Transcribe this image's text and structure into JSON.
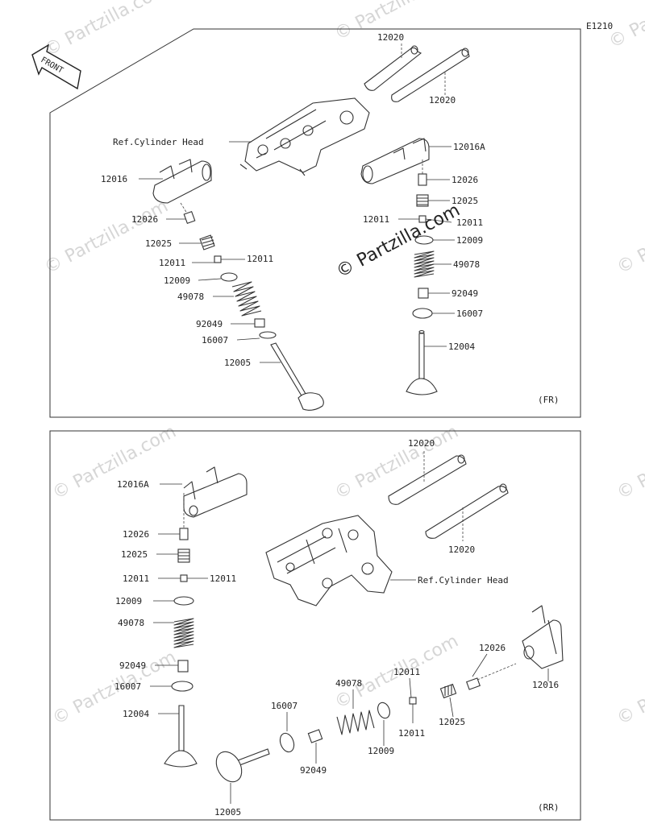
{
  "diagram_code": "E1210",
  "watermark": "© Partzilla.com",
  "watermark_center": "© Partzilla.com",
  "front_label": "FRONT",
  "panel_top": {
    "section_tag": "(FR)",
    "labels": {
      "rocker_shaft_a": "12020",
      "rocker_shaft_b": "12020",
      "ref_cylinder_head": "Ref.Cylinder Head",
      "rocker_left": "12016",
      "rocker_right": "12016A",
      "tappet_left": "12026",
      "tappet_right": "12026",
      "retainer_left": "12025",
      "retainer_right": "12025",
      "cotter_left_a": "12011",
      "cotter_left_b": "12011",
      "cotter_right_a": "12011",
      "cotter_right_b": "12011",
      "seat_left": "12009",
      "seat_right": "12009",
      "spring_left": "49078",
      "spring_right": "49078",
      "seal_left": "92049",
      "seal_right": "92049",
      "washer_left": "16007",
      "washer_right": "16007",
      "valve_left": "12005",
      "valve_right": "12004"
    }
  },
  "panel_bottom": {
    "section_tag": "(RR)",
    "labels": {
      "rocker_shaft_a": "12020",
      "rocker_shaft_b": "12020",
      "ref_cylinder_head": "Ref.Cylinder Head",
      "rocker_left": "12016A",
      "rocker_right": "12016",
      "tappet_left": "12026",
      "tappet_right": "12026",
      "retainer_left": "12025",
      "retainer_right": "12025",
      "cotter_left_a": "12011",
      "cotter_left_b": "12011",
      "cotter_right_a": "12011",
      "cotter_right_b": "12011",
      "seat_left": "12009",
      "seat_right": "12009",
      "spring_left": "49078",
      "spring_right": "49078",
      "seal_left": "92049",
      "seal_right": "92049",
      "washer_left": "16007",
      "washer_right": "16007",
      "valve_left": "12004",
      "valve_right": "12005"
    }
  }
}
